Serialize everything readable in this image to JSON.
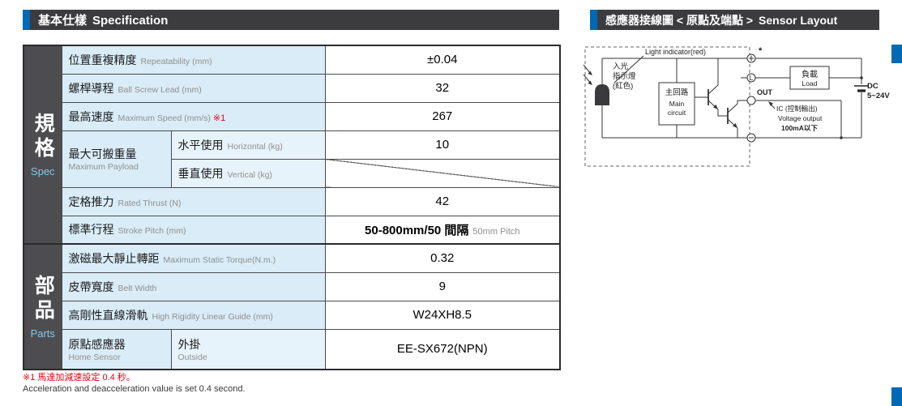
{
  "spec": {
    "header": {
      "zh": "基本仕樣",
      "en": "Specification"
    },
    "groups": {
      "spec": {
        "zh": "規格",
        "en": "Spec"
      },
      "parts": {
        "zh": "部品",
        "en": "Parts"
      }
    },
    "rows": {
      "repeatability": {
        "zh": "位置重複精度",
        "en": "Repeatability (mm)",
        "value": "±0.04"
      },
      "ball_screw_lead": {
        "zh": "螺桿導程",
        "en": "Ball Screw Lead (mm)",
        "value": "32"
      },
      "max_speed": {
        "zh": "最高速度",
        "en": "Maximum Speed (mm/s)",
        "note": "※1",
        "value": "267"
      },
      "max_payload": {
        "zh": "最大可搬重量",
        "en": "Maximum Payload",
        "horizontal": {
          "zh": "水平使用",
          "en": "Horizontal (kg)",
          "value": "10"
        },
        "vertical": {
          "zh": "垂直使用",
          "en": "Vertical (kg)",
          "value": ""
        }
      },
      "rated_thrust": {
        "zh": "定格推力",
        "en": "Rated Thrust (N)",
        "value": "42"
      },
      "stroke_pitch": {
        "zh": "標準行程",
        "en": "Stroke Pitch (mm)",
        "value": "50-800mm/50 間隔",
        "value_note": "50mm Pitch"
      },
      "static_torque": {
        "zh": "激磁最大靜止轉距",
        "en": "Maximum Static Torque(N.m.)",
        "value": "0.32"
      },
      "belt_width": {
        "zh": "皮帶寬度",
        "en": "Belt Width",
        "value": "9"
      },
      "linear_guide": {
        "zh": "高剛性直線滑軌",
        "en": "High Rigidity Linear Guide (mm)",
        "value": "W24XH8.5"
      },
      "home_sensor": {
        "zh": "原點感應器",
        "en": "Home Sensor",
        "mount": {
          "zh": "外掛",
          "en": "Outside"
        },
        "value": "EE-SX672(NPN)"
      }
    },
    "notes": {
      "note1": "※1 馬達加減速設定 0.4 秒。",
      "note2": "Acceleration and deacceleration value is set 0.4 second."
    }
  },
  "sensor": {
    "header": {
      "zh": "感應器接線圖 < 原點及端點 >",
      "en": "Sensor Layout"
    },
    "diagram": {
      "light_indicator": "Light indicator(red)",
      "in_light": "入光",
      "indicator_lamp": "指示燈",
      "lamp_color": "(紅色)",
      "main_circuit_zh": "主回路",
      "main_circuit_en_1": "Main",
      "main_circuit_en_2": "circuit",
      "out_label": "OUT",
      "asterisk": "*",
      "l_terminal": "L",
      "ic_label": "IC (控制輸出)",
      "voltage_output": "Voltage output",
      "current_limit": "100mA以下",
      "load_zh": "負載",
      "load_en": "Load",
      "dc_label": "DC",
      "dc_range": "5~24V"
    }
  },
  "colors": {
    "accent": "#0069b4",
    "header_bg": "#3c3c3e",
    "label_bg": "#d9ecf7",
    "group_bg": "#4d4d4f",
    "note_red": "#e60012"
  }
}
